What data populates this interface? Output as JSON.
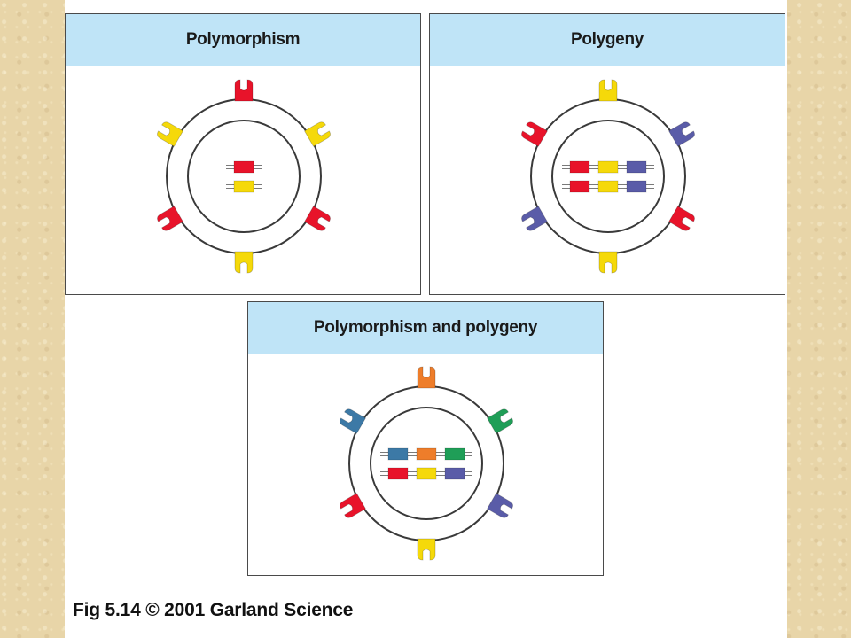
{
  "panels": [
    {
      "title": "Polymorphism",
      "receptors": [
        "#e8132a",
        "#f5d90a",
        "#e8132a",
        "#f5d90a",
        "#e8132a",
        "#f5d90a"
      ],
      "gene_rows": [
        [
          "#e8132a"
        ],
        [
          "#f5d90a"
        ]
      ]
    },
    {
      "title": "Polygeny",
      "receptors": [
        "#f5d90a",
        "#5a5ca8",
        "#e8132a",
        "#f5d90a",
        "#5a5ca8",
        "#e8132a"
      ],
      "gene_rows": [
        [
          "#e8132a",
          "#f5d90a",
          "#5a5ca8"
        ],
        [
          "#e8132a",
          "#f5d90a",
          "#5a5ca8"
        ]
      ]
    },
    {
      "title": "Polymorphism and polygeny",
      "receptors": [
        "#ee7d2a",
        "#1f9e57",
        "#5a5ca8",
        "#f5d90a",
        "#e8132a",
        "#3c79a6"
      ],
      "gene_rows": [
        [
          "#3c79a6",
          "#ee7d2a",
          "#1f9e57"
        ],
        [
          "#e8132a",
          "#f5d90a",
          "#5a5ca8"
        ]
      ]
    }
  ],
  "caption": "Fig 5.14  © 2001 Garland Science"
}
